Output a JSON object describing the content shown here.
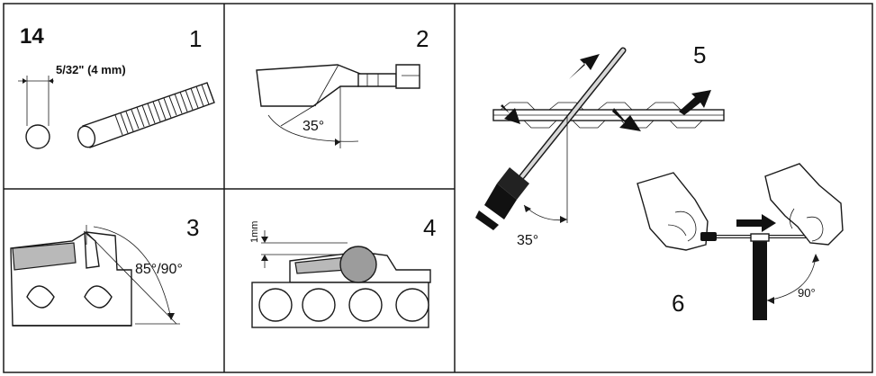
{
  "figure_number": "14",
  "panels": [
    {
      "id": "1",
      "number": "1",
      "labels": [
        "5/32\" (4 mm)"
      ]
    },
    {
      "id": "2",
      "number": "2",
      "labels": [
        "35°"
      ]
    },
    {
      "id": "3",
      "number": "3",
      "labels": [
        "85°/90°"
      ]
    },
    {
      "id": "4",
      "number": "4",
      "labels": [
        "1mm"
      ]
    },
    {
      "id": "5",
      "number": "5",
      "labels": [
        "35°"
      ]
    },
    {
      "id": "6",
      "number": "6",
      "labels": [
        "90°"
      ]
    }
  ],
  "colors": {
    "line": "#1a1a1a",
    "fill_dark": "#111111",
    "fill_grey": "#b9b9b9",
    "background": "#ffffff"
  }
}
